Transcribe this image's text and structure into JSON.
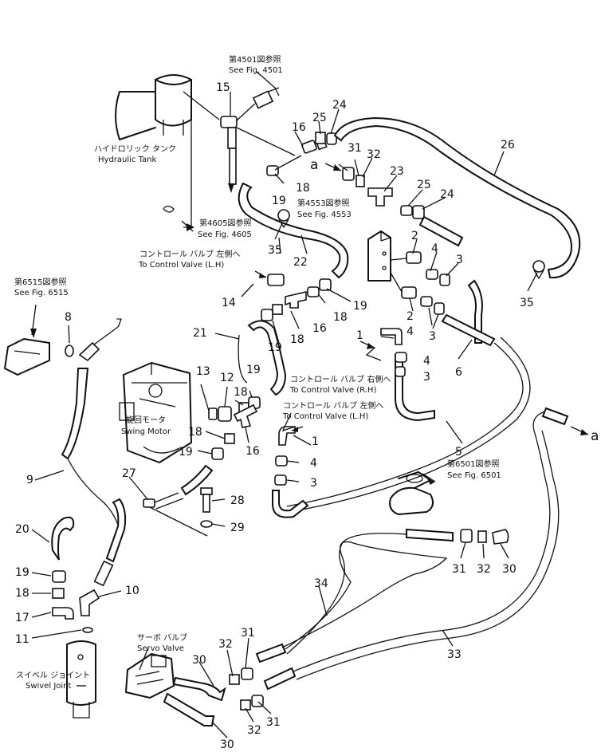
{
  "part_numbers": [
    "1",
    "2",
    "3",
    "4",
    "5",
    "6",
    "7",
    "8",
    "9",
    "10",
    "11",
    "12",
    "13",
    "14",
    "15",
    "16",
    "17",
    "18",
    "19",
    "20",
    "21",
    "22",
    "23",
    "24",
    "25",
    "26",
    "27",
    "28",
    "29",
    "30",
    "31",
    "32",
    "33",
    "34",
    "35"
  ],
  "annotations": {
    "hydraulic_tank_jp": "ハイドロリック タンク",
    "hydraulic_tank_en": "Hydraulic Tank",
    "fig4501_jp": "第4501図参照",
    "fig4501_en": "See Fig. 4501",
    "fig4605_jp": "第4605図参照",
    "fig4605_en": "See Fig. 4605",
    "fig4553_jp": "第4553図参照",
    "fig4553_en": "See Fig. 4553",
    "fig6515_jp": "第6515図参照",
    "fig6515_en": "See Fig. 6515",
    "fig6501_jp": "第6501図参照",
    "fig6501_en": "See Fig. 6501",
    "cv_lh_jp": "コントロール バルブ 左側へ",
    "cv_lh_en": "To Control Valve (L.H)",
    "cv_rh_jp": "コントロール バルブ 右側へ",
    "cv_rh_en": "To Control Valve (R.H)",
    "cv_lh2_jp": "コントロール バルブ 左側へ",
    "cv_lh2_en": "To Control Valve (L.H)",
    "swing_motor_jp": "旋回モータ",
    "swing_motor_en": "Swing Motor",
    "servo_valve_jp": "サーボ バルブ",
    "servo_valve_en": "Servo Valve",
    "swivel_joint_jp": "スイベル ジョイント",
    "swivel_joint_en": "Swivel Joint",
    "connector_a": "a"
  }
}
